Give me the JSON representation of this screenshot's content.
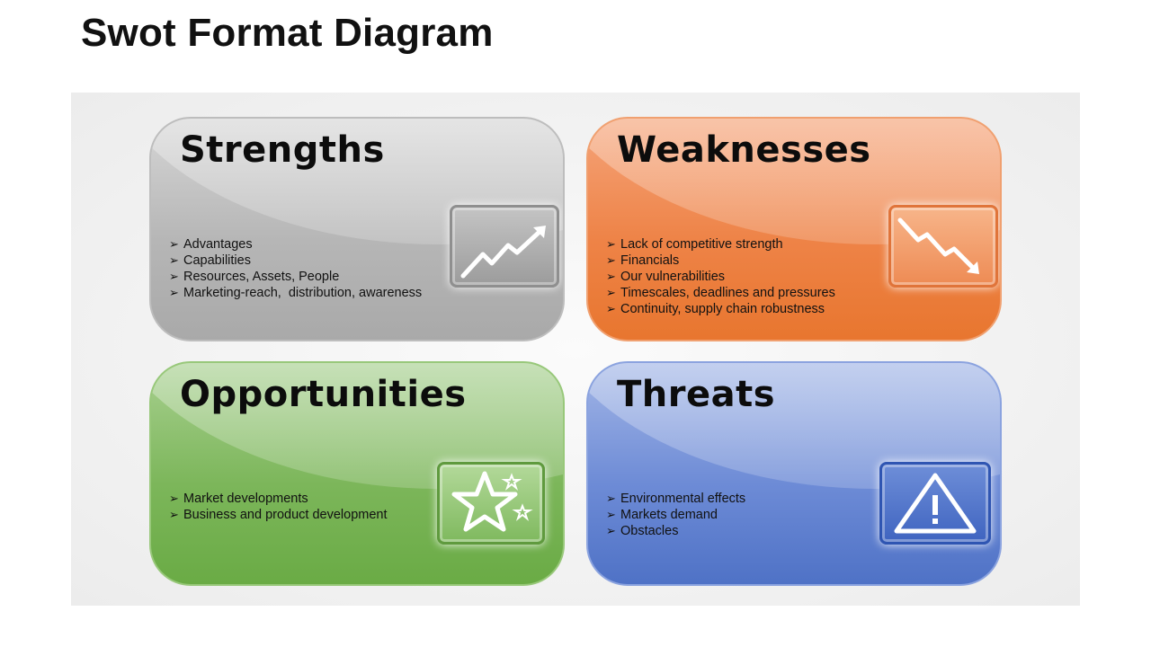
{
  "title": "Swot Format Diagram",
  "quadrants": [
    {
      "title": "Strengths",
      "icon": "trend-up-icon",
      "color": "#b6b6b6",
      "points": [
        "Advantages",
        "Capabilities",
        "Resources, Assets, People",
        "Marketing-reach,  distribution, awareness"
      ]
    },
    {
      "title": "Weaknesses",
      "icon": "trend-down-icon",
      "color": "#ee8347",
      "points": [
        "Lack of competitive strength",
        "Financials",
        "Our vulnerabilities",
        "Timescales, deadlines and pressures",
        "Continuity, supply chain robustness"
      ]
    },
    {
      "title": "Opportunities",
      "icon": "star-icon",
      "color": "#7cb65a",
      "points": [
        "Market developments",
        "Business and product development"
      ]
    },
    {
      "title": "Threats",
      "icon": "warning-icon",
      "color": "#4f72c6",
      "points": [
        "Environmental effects",
        "Markets demand",
        "Obstacles"
      ]
    }
  ]
}
